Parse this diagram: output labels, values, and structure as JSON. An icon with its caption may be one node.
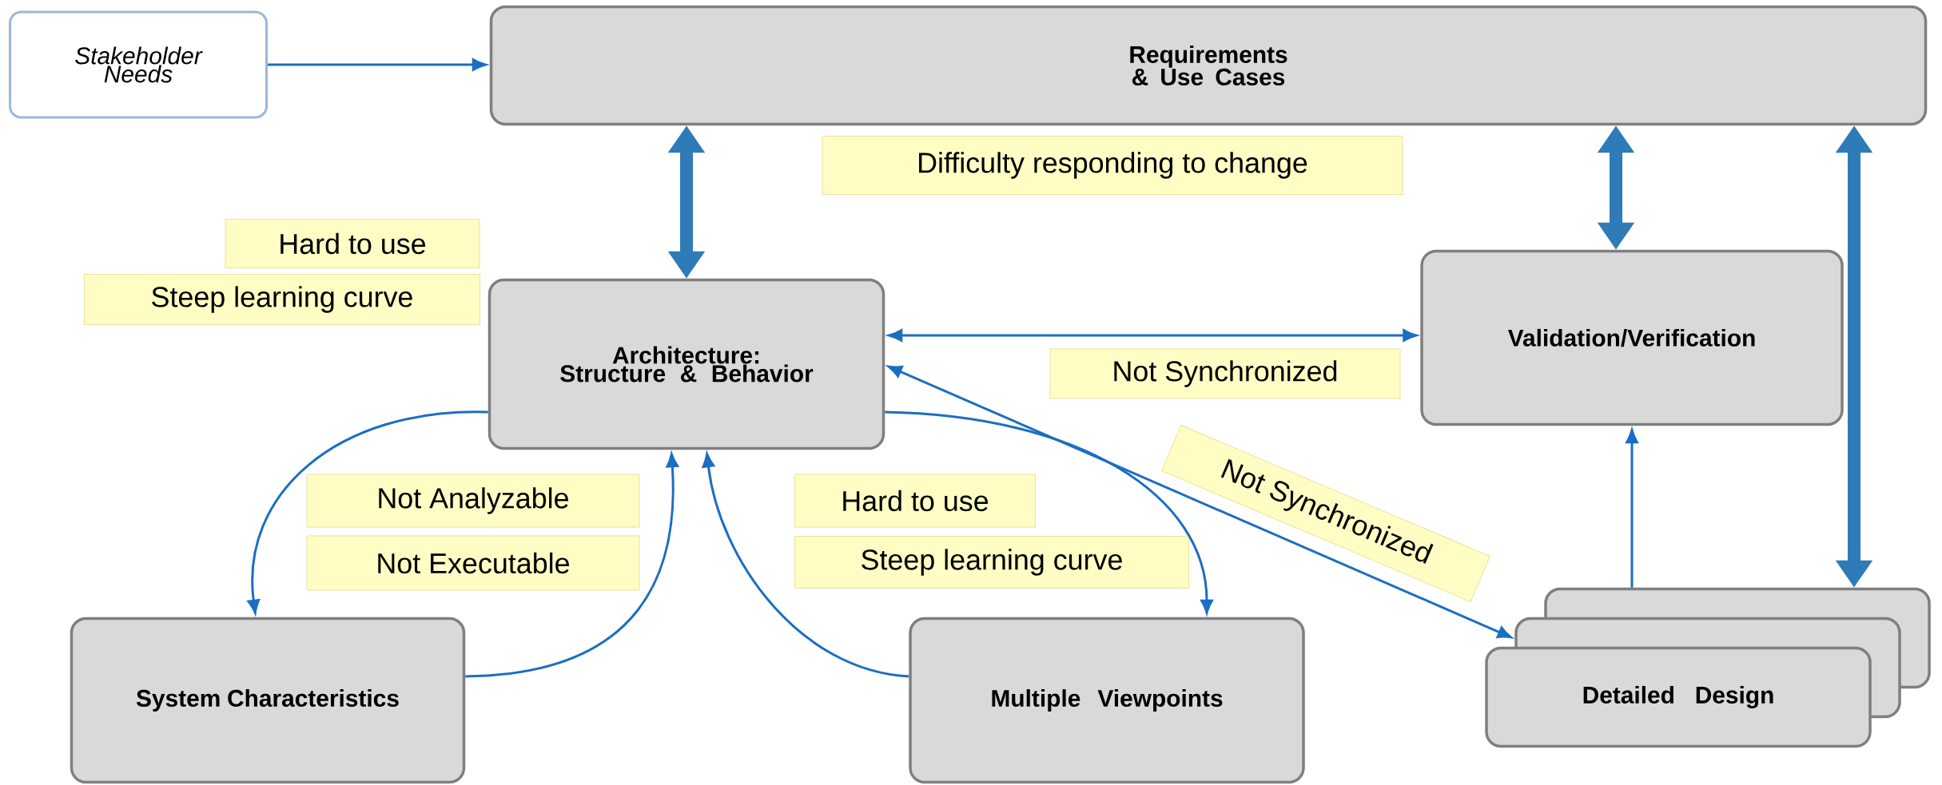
{
  "diagram": {
    "nodes": [
      {
        "text": [
          "Stakeholder Needs"
        ]
      },
      {
        "text": [
          "Requirements & Use Cases"
        ]
      },
      {
        "text": [
          "Difficulty responding to change"
        ]
      },
      {
        "text": [
          "Hard to use"
        ]
      },
      {
        "text": [
          "Steep learning curve"
        ]
      },
      {
        "text": [
          "Architecture: Structure & Behavior"
        ]
      },
      {
        "text": [
          "Validation/Verification"
        ]
      },
      {
        "text": [
          "Not Synchronized"
        ]
      },
      {
        "text": [
          "Not Synchronized"
        ]
      },
      {
        "text": [
          "Not Analyzable"
        ]
      },
      {
        "text": [
          "Hard to use"
        ]
      },
      {
        "text": [
          "Not Executable"
        ]
      },
      {
        "text": [
          "Steep learning curve"
        ]
      },
      {
        "text": [
          "System Characteristics"
        ]
      },
      {
        "text": [
          "Multiple Viewpoints"
        ]
      },
      {
        "text": [
          "Detailed Design"
        ]
      }
    ],
    "edges": [
      {
        "from": 0,
        "to": 1,
        "arrow": "to"
      },
      {
        "from": 1,
        "to": 5,
        "arrow": "both",
        "style": "thick",
        "color": "#2e7bb7"
      },
      {
        "from": 1,
        "to": 6,
        "arrow": "both",
        "style": "thick",
        "color": "#2e7bb7"
      },
      {
        "from": 15,
        "to": 1,
        "arrow": "both",
        "style": "thick",
        "color": "#2e7bb7"
      },
      {
        "from": 5,
        "to": 6,
        "arrow": "both"
      },
      {
        "from": 5,
        "to": 15,
        "arrow": "both"
      },
      {
        "from": 15,
        "to": 6,
        "arrow": "to"
      },
      {
        "from": 5,
        "to": 13,
        "arrow": "to"
      },
      {
        "from": 13,
        "to": 5,
        "arrow": "to"
      },
      {
        "from": 14,
        "to": 5,
        "arrow": "to"
      },
      {
        "from": 5,
        "to": 14,
        "arrow": "to"
      }
    ]
  }
}
